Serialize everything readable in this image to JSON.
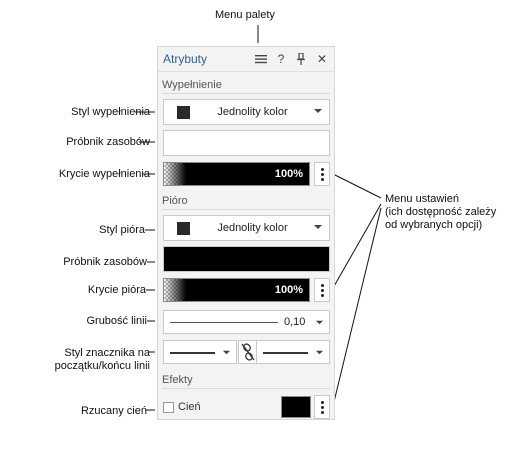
{
  "callouts": {
    "menu_palety": "Menu palety",
    "styl_wypelnienia": "Styl wypełnienia",
    "probnik_zasobow_1": "Próbnik zasobów",
    "krycie_wypelnienia": "Krycie wypełnienia",
    "styl_piora": "Styl pióra",
    "probnik_zasobow_2": "Próbnik zasobów",
    "krycie_piora": "Krycie pióra",
    "grubosc_linii": "Grubość linii",
    "styl_znacznika": "Styl znacznika na początku/końcu linii",
    "rzucany_cien": "Rzucany cień",
    "menu_ustawien_title": "Menu ustawień",
    "menu_ustawien_note": "(ich dostępność zależy od wybranych opcji)"
  },
  "panel": {
    "title": "Atrybuty",
    "icons": [
      "menu-icon",
      "help-icon",
      "pin-icon",
      "close-icon"
    ],
    "icon_glyphs": {
      "help": "?",
      "close": "✕"
    },
    "sections": {
      "fill": "Wypełnienie",
      "pen": "Pióro",
      "effects": "Efekty"
    },
    "fill": {
      "style_label": "Jednolity kolor",
      "opacity": "100%",
      "style_color": "#2a2a2a"
    },
    "pen": {
      "style_label": "Jednolity kolor",
      "opacity": "100%",
      "sampler_color": "#000000"
    },
    "line_weight": "0,10",
    "effects": {
      "shadow_label": "Cień",
      "shadow_checked": false,
      "shadow_color": "#000000"
    }
  }
}
